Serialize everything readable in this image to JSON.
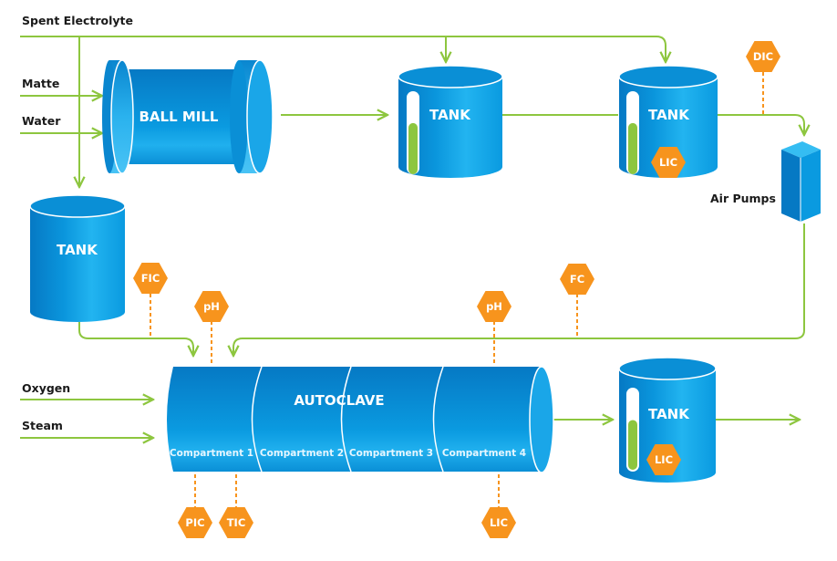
{
  "colors": {
    "vessel_blue": "#0a9ae0",
    "vessel_dark": "#0679c4",
    "pipe_green": "#8dc63f",
    "instrument_orange": "#f7941d",
    "text_dark": "#1a1a1a"
  },
  "inputs": {
    "spent_electrolyte": "Spent Electrolyte",
    "matte": "Matte",
    "water": "Water",
    "oxygen": "Oxygen",
    "steam": "Steam"
  },
  "equipment": {
    "ball_mill": "BALL MILL",
    "tank_left": "TANK",
    "tank_top_mid": "TANK",
    "tank_top_right": "TANK",
    "tank_bottom_right": "TANK",
    "air_pumps": "Air Pumps",
    "autoclave": "AUTOCLAVE",
    "compartments": [
      "Compartment 1",
      "Compartment 2",
      "Compartment 3",
      "Compartment 4"
    ]
  },
  "tank_levels": {
    "tank_top_mid": 0.63,
    "tank_top_right": 0.63,
    "tank_bottom_right": 0.62
  },
  "instruments": {
    "dic": "DIC",
    "lic_top": "LIC",
    "fic": "FIC",
    "ph_left": "pH",
    "ph_right": "pH",
    "fc": "FC",
    "pic": "PIC",
    "tic": "TIC",
    "lic_autoclave": "LIC",
    "lic_bottom_tank": "LIC"
  }
}
